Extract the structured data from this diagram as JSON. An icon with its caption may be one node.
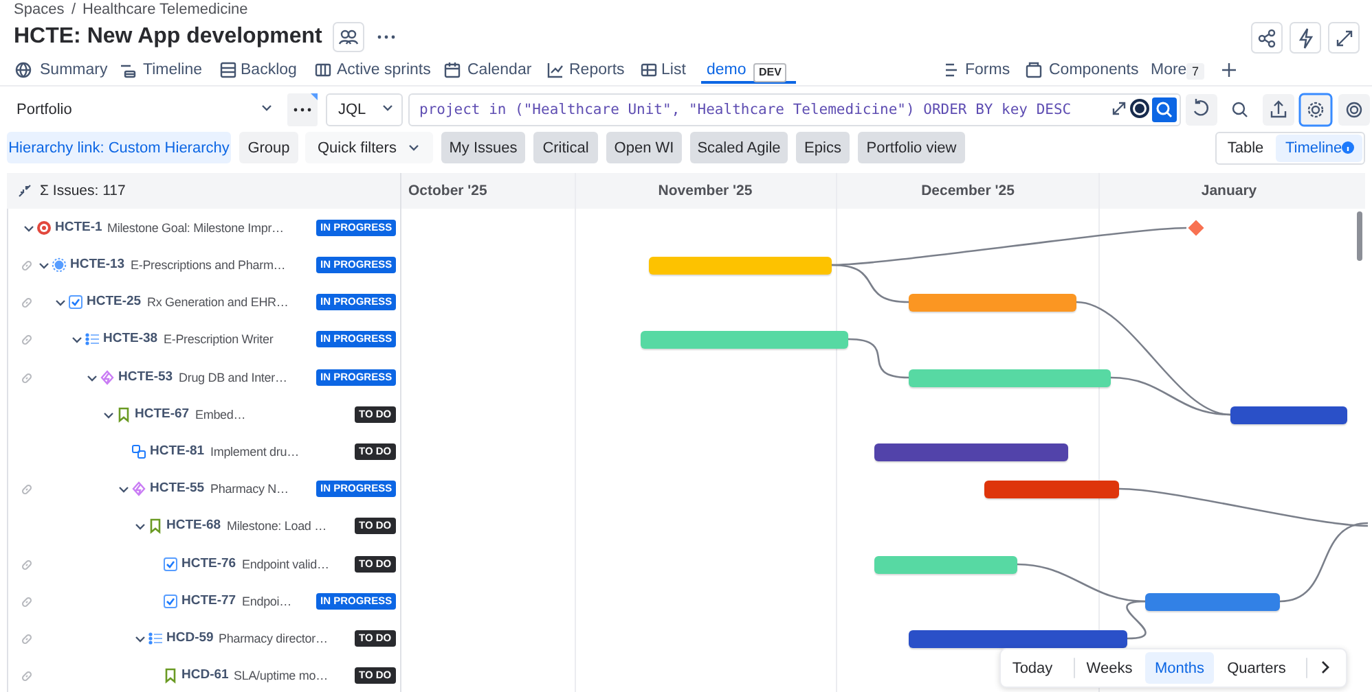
{
  "diagram": {
    "title": "HCTE: New App development",
    "nodes": [
      {
        "text": [],
        "shape": "diamond"
      },
      {
        "text": [],
        "shape": "bar"
      },
      {
        "text": [],
        "shape": "bar"
      },
      {
        "text": [],
        "shape": "bar"
      },
      {
        "text": [],
        "shape": "bar"
      },
      {
        "text": [],
        "shape": "bar"
      },
      {
        "text": [],
        "shape": "bar"
      },
      {
        "text": [],
        "shape": "bar"
      },
      {
        "text": [],
        "shape": "bar"
      },
      {
        "text": [],
        "shape": "bar"
      },
      {
        "text": [],
        "shape": "bar"
      }
    ],
    "edges": [
      {
        "from": 1,
        "to": 0,
        "arrow": "none"
      },
      {
        "from": 1,
        "to": 2,
        "arrow": "none"
      },
      {
        "from": 2,
        "to": 5,
        "arrow": "none"
      },
      {
        "from": 3,
        "to": 4,
        "arrow": "none"
      },
      {
        "from": 4,
        "to": 5,
        "arrow": "none"
      },
      {
        "from": 7,
        "to": null,
        "arrow": "none"
      },
      {
        "from": 8,
        "to": 9,
        "arrow": "none"
      },
      {
        "from": 10,
        "to": 9,
        "arrow": "none"
      },
      {
        "from": 9,
        "to": null,
        "arrow": "none"
      }
    ],
    "labels": [
      "Spaces",
      "/",
      "Healthcare Telemedicine",
      "Summary",
      "Timeline",
      "Backlog",
      "Active sprints",
      "Calendar",
      "Reports",
      "List",
      "demo",
      "DEV",
      "Forms",
      "Components",
      "More",
      "7",
      "Portfolio",
      "JQL",
      "project in (\"Healthcare Unit\", \"Healthcare Telemedicine\") ORDER BY key DESC",
      "Hierarchy link: Custom Hierarchy",
      "Group",
      "Quick filters",
      "My Issues",
      "Critical",
      "Open WI",
      "Scaled Agile",
      "Epics",
      "Portfolio view",
      "Table",
      "Timeline",
      "Σ Issues: 117",
      "October '25",
      "November '25",
      "December '25",
      "January",
      "HCTE-1",
      "Milestone Goal: Milestone Impr…",
      "IN PROGRESS",
      "HCTE-13",
      "E-Prescriptions and Pharm…",
      "IN PROGRESS",
      "HCTE-25",
      "Rx Generation and EHR…",
      "IN PROGRESS",
      "HCTE-38",
      "E-Prescription Writer",
      "IN PROGRESS",
      "HCTE-53",
      "Drug DB and Inter…",
      "IN PROGRESS",
      "HCTE-67",
      "Embed…",
      "TO DO",
      "HCTE-81",
      "Implement dru…",
      "TO DO",
      "HCTE-55",
      "Pharmacy N…",
      "IN PROGRESS",
      "HCTE-68",
      "Milestone: Load …",
      "TO DO",
      "HCTE-76",
      "Endpoint valid…",
      "TO DO",
      "HCTE-77",
      "Endpoi…",
      "IN PROGRESS",
      "HCD-59",
      "Pharmacy director…",
      "TO DO",
      "HCD-61",
      "SLA/uptime mo…",
      "TO DO",
      "Today",
      "Weeks",
      "Months",
      "Quarters"
    ]
  }
}
